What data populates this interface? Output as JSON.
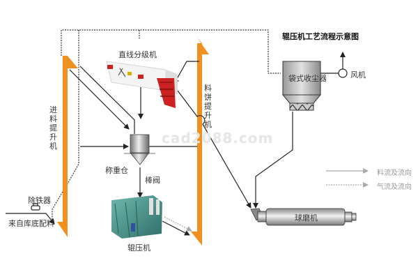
{
  "title": "辊压机工艺流程示意图",
  "watermark": "cad2088.com",
  "equipment": {
    "classifier": "直线分级机",
    "dust_collector": "袋式收尘器",
    "fan": "风机",
    "feed_elevator": "进料提升机",
    "cake_elevator": "料饼提升机",
    "iron_remover": "除铁器",
    "source": "来自库底配料",
    "weigh_bin": "称重仓",
    "rod_valve": "棒阀",
    "roller_press": "辊压机",
    "ball_mill": "球磨机"
  },
  "legend": [
    {
      "label": "料流及流向",
      "style": "solid"
    },
    {
      "label": "气流及流向",
      "style": "dotted"
    }
  ],
  "colors": {
    "elevator": "#f0901e",
    "line": "#222222",
    "legend": "#999999",
    "equipment_gray": "#b0b0b0",
    "classifier_red": "#cc2222",
    "press_green": "#3f8f86"
  }
}
